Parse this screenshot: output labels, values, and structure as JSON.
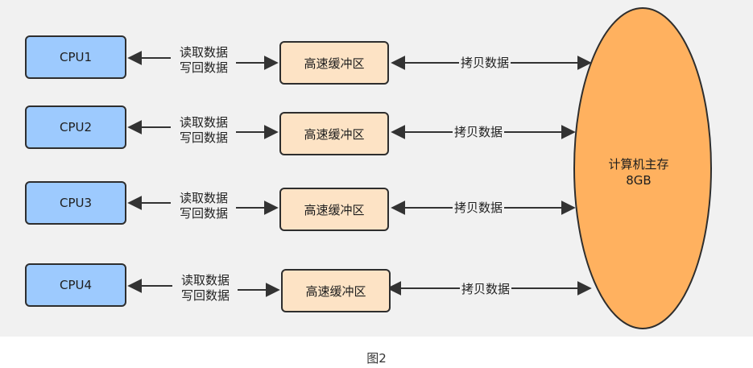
{
  "cpus": [
    {
      "label": "CPU1"
    },
    {
      "label": "CPU2"
    },
    {
      "label": "CPU3"
    },
    {
      "label": "CPU4"
    }
  ],
  "read_label": "读取数据",
  "write_label": "写回数据",
  "cache_label": "高速缓冲区",
  "copy_label": "拷贝数据",
  "memory": {
    "line1": "计算机主存",
    "line2": "8GB"
  },
  "caption": "图2",
  "colors": {
    "cpu_fill": "#9dcafe",
    "cache_fill": "#fde3c5",
    "memory_fill": "#ffb15f",
    "background": "#f1f1f1"
  }
}
